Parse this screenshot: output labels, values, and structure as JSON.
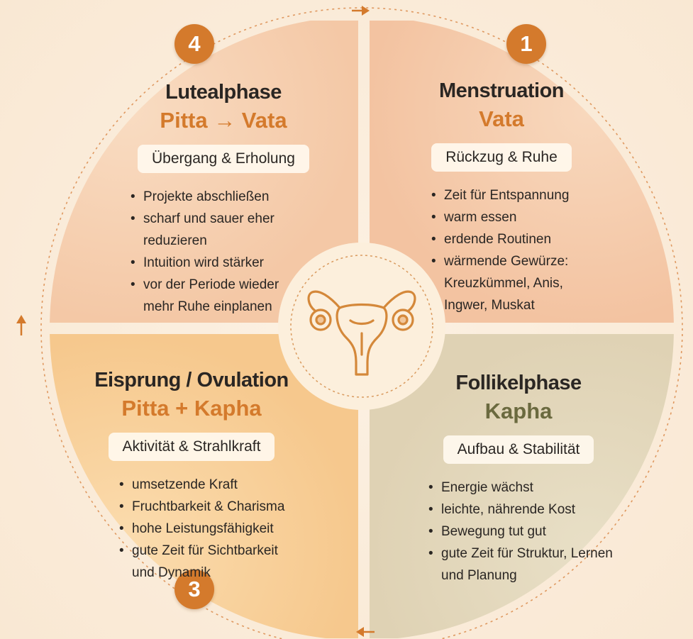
{
  "colors": {
    "accent_orange": "#d47a2c",
    "kapha_olive": "#6b6a3f",
    "q1_fill": "#f6ccae",
    "q2_fill": "#e3d8bd",
    "q3_fill": "#f9d4a1",
    "q4_fill": "#f7d3b5",
    "center_fill": "#fcefdc"
  },
  "center": {
    "icon": "uterus-icon"
  },
  "quadrants": {
    "menstruation": {
      "number": "1",
      "title": "Menstruation",
      "dosha": "Vata",
      "theme": "Rückzug & Ruhe",
      "items": [
        "Zeit für Entspannung",
        "warm essen",
        "erdende Routinen",
        "wärmende Gewürze: Kreuzkümmel, Anis, Ingwer, Muskat"
      ]
    },
    "follikel": {
      "title": "Follikelphase",
      "dosha": "Kapha",
      "theme": "Aufbau & Stabilität",
      "items": [
        "Energie wächst",
        "leichte, nährende Kost",
        "Bewegung tut gut",
        "gute Zeit für Struktur, Lernen und Planung"
      ]
    },
    "ovulation": {
      "number": "3",
      "title": "Eisprung / Ovulation",
      "dosha": "Pitta + Kapha",
      "theme": "Aktivität & Strahlkraft",
      "items": [
        "umsetzende Kraft",
        "Fruchtbarkeit & Charisma",
        "hohe Leistungsfähigkeit",
        "gute Zeit für Sichtbarkeit und Dynamik"
      ]
    },
    "luteal": {
      "number": "4",
      "title": "Lutealphase",
      "dosha": "Pitta → Vata",
      "theme": "Übergang & Erholung",
      "items": [
        "Projekte abschließen",
        "scharf und sauer eher reduzieren",
        "Intuition wird stärker",
        "vor der Periode wieder mehr Ruhe einplanen"
      ]
    }
  }
}
